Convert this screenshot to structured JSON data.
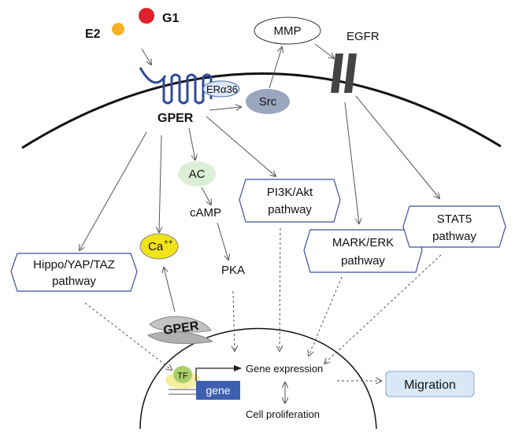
{
  "ligands": {
    "e2": "E2",
    "g1": "G1"
  },
  "receptors": {
    "gper": "GPER",
    "er": "ERα36",
    "egfr": "EGFR",
    "gper_internal": "GPER"
  },
  "nodes": {
    "mmp": "MMP",
    "src": "Src",
    "ac": "AC",
    "camp": "cAMP",
    "pka": "PKA",
    "ca": "Ca",
    "ca_sup": "++"
  },
  "pathways": {
    "hippo": [
      "Hippo/YAP/TAZ",
      "pathway"
    ],
    "pi3k": [
      "PI3K/Akt",
      "pathway"
    ],
    "mapk": [
      "MARK/ERK",
      "pathway"
    ],
    "stat5": [
      "STAT5",
      "pathway"
    ]
  },
  "nucleus": {
    "tf": "TF",
    "gene": "gene",
    "gene_expression": "Gene expression",
    "cell_proliferation": "Cell proliferation"
  },
  "outcome": {
    "migration": "Migration"
  },
  "colors": {
    "e2": "#f4b223",
    "g1": "#e0202a",
    "gper": "#2f4a9a",
    "src": "#9aa6bd",
    "ac": "#dcefd6",
    "ca": "#f2e21a",
    "gene": "#3c5fb0",
    "migration": "#d9e8f5",
    "tf": "#a8cf6a"
  }
}
